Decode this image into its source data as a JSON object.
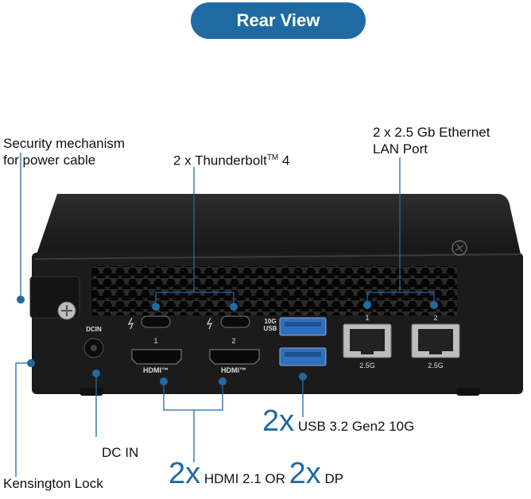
{
  "header": {
    "title": "Rear View"
  },
  "labels": {
    "security_line1": "Security mechanism",
    "security_line2": "for power cable",
    "thunderbolt_prefix": "2 x Thunderbolt",
    "thunderbolt_tm": "TM",
    "thunderbolt_suffix": "4",
    "ethernet_line1": "2 x 2.5 Gb Ethernet",
    "ethernet_line2": "LAN Port",
    "dc_in": "DC IN",
    "kensington": "Kensington Lock",
    "usb_count": "2x",
    "usb_desc": "USB 3.2 Gen2 10G",
    "hdmi_count": "2x",
    "hdmi_desc": "HDMI 2.1 OR",
    "dp_count": "2x",
    "dp_desc": "DP"
  },
  "device_text": {
    "dcin": "DCIN",
    "hdmi_1": "1",
    "hdmi_2": "2",
    "hdmi_logo": "HDMI™",
    "usb_badge_top": "10G",
    "usb_badge_bottom": "USB",
    "lan_1": "1",
    "lan_2": "2",
    "lan_speed": "2.5G"
  },
  "colors": {
    "accent": "#1f6aa3",
    "device": "#1b1b1b",
    "callout": "#1f6aa3"
  }
}
